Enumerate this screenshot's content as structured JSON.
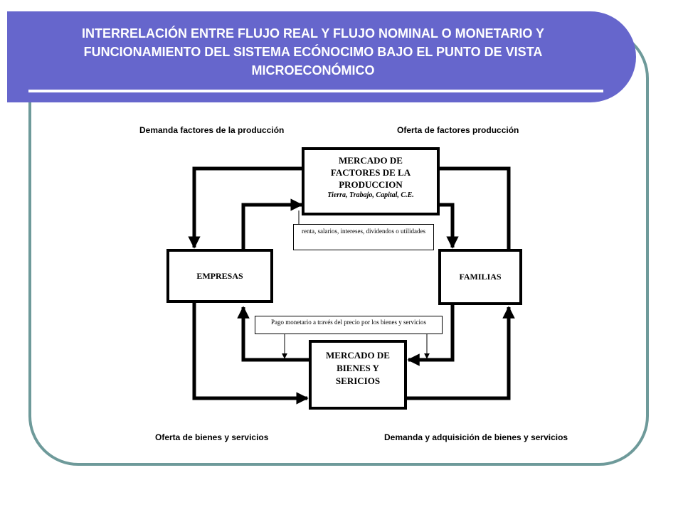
{
  "title": "INTERRELACIÓN ENTRE FLUJO REAL Y FLUJO NOMINAL O MONETARIO Y FUNCIONAMIENTO DEL SISTEMA ECÓNOCIMO BAJO EL PUNTO DE VISTA MICROECONÓMICO",
  "labels": {
    "demanda_factores": "Demanda factores de la producción",
    "oferta_factores": "Oferta de factores producción",
    "oferta_bienes": "Oferta de bienes y servicios",
    "demanda_bienes": "Demanda y adquisición de bienes y servicios"
  },
  "nodes": {
    "mercado_factores": {
      "line1": "MERCADO DE",
      "line2": "FACTORES DE LA",
      "line3": "PRODUCCION",
      "subtitle": "Tierra, Trabajo, Capital, C.E."
    },
    "empresas": "EMPRESAS",
    "familias": "FAMILIAS",
    "mercado_bienes": {
      "line1": "MERCADO DE",
      "line2": "BIENES Y",
      "line3": "SERICIOS"
    }
  },
  "notes": {
    "renta": "renta, salarios, intereses, dividendos o utilidades",
    "pago": "Pago monetario a través del precio por los bienes y servicios"
  },
  "colors": {
    "banner": "#6666cc",
    "frame": "#6e9a9a",
    "title_text": "#ffffff"
  }
}
